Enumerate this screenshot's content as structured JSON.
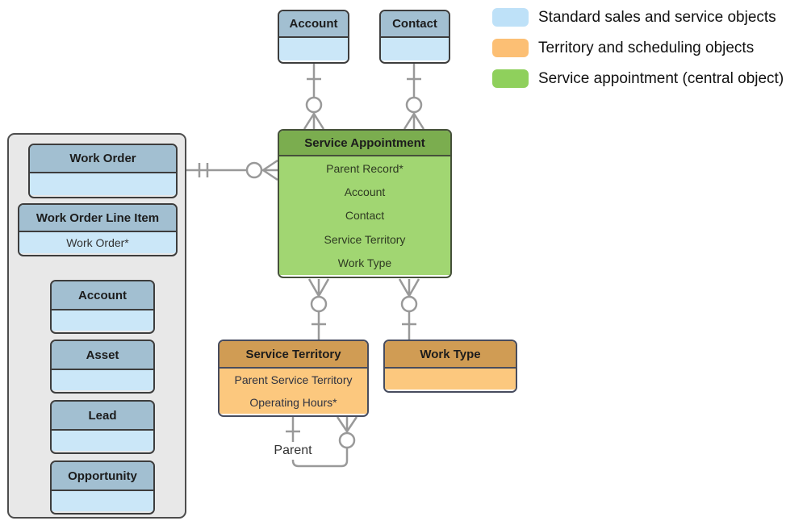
{
  "legend": {
    "items": [
      {
        "label": "Standard sales and service objects",
        "color": "#BEE1F8"
      },
      {
        "label": "Territory and scheduling objects",
        "color": "#FCBF74"
      },
      {
        "label": "Service appointment (central object)",
        "color": "#8FD05C"
      }
    ]
  },
  "entities": {
    "account_top": {
      "title": "Account"
    },
    "contact": {
      "title": "Contact"
    },
    "service_appointment": {
      "title": "Service Appointment",
      "fields": [
        "Parent Record*",
        "Account",
        "Contact",
        "Service Territory",
        "Work Type"
      ]
    },
    "service_territory": {
      "title": "Service Territory",
      "fields": [
        "Parent Service Territory",
        "Operating Hours*"
      ]
    },
    "work_type": {
      "title": "Work Type"
    }
  },
  "panel": {
    "items": [
      {
        "title": "Work Order",
        "field": ""
      },
      {
        "title": "Work Order Line Item",
        "field": "Work Order*"
      },
      {
        "title": "Account"
      },
      {
        "title": "Asset"
      },
      {
        "title": "Lead"
      },
      {
        "title": "Opportunity"
      }
    ]
  },
  "relationships": {
    "self_label": "Parent"
  },
  "colors": {
    "blue_header": "#A2BFD1",
    "blue_body": "#CBE7F8",
    "green_header": "#7BAD4F",
    "green_body": "#A1D672",
    "orange_header": "#D09C54",
    "orange_body": "#FCC87E",
    "panel_fill": "#E8E8E8",
    "connector": "#999999"
  }
}
